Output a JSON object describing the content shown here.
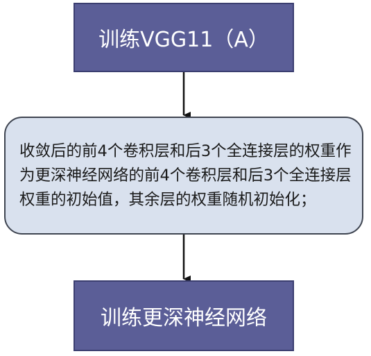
{
  "flowchart": {
    "step1": "训练VGG11（A）",
    "step2": "收敛后的前4个卷积层和后3个全连接层的权重作为更深神经网络的前4个卷积层和后3个全连接层权重的初始值，其余层的权重随机初始化；",
    "step3": "训练更深神经网络"
  },
  "colors": {
    "dark_box_fill": "#5b5e97",
    "light_box_fill": "#d9e1ee",
    "arrow": "#111111"
  }
}
